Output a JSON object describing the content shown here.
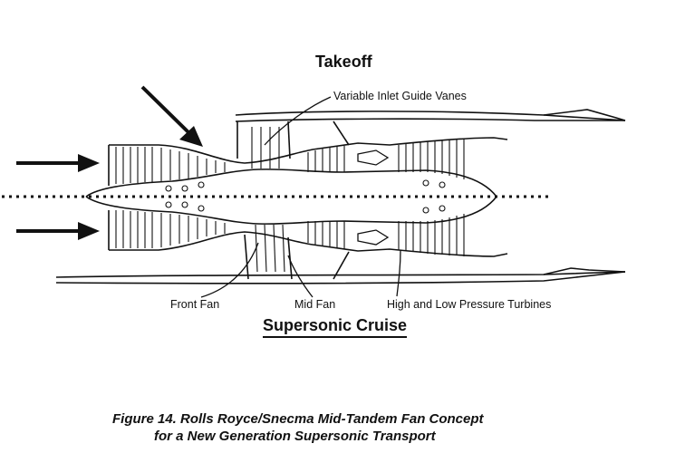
{
  "diagram": {
    "title_top": "Takeoff",
    "title_bottom": "Supersonic Cruise",
    "labels": {
      "variable_inlet_guide_vanes": "Variable Inlet Guide Vanes",
      "front_fan": "Front Fan",
      "mid_fan": "Mid Fan",
      "turbines": "High and Low Pressure Turbines"
    }
  },
  "caption": {
    "line1": "Figure 14.  Rolls Royce/Snecma Mid-Tandem Fan Concept",
    "line2": "for a New Generation Supersonic Transport"
  }
}
